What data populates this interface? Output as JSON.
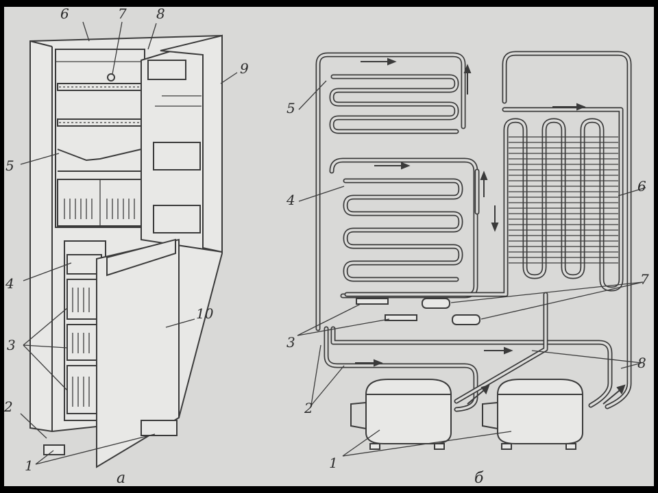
{
  "figure": {
    "subfigure_a_label": "а",
    "subfigure_b_label": "б",
    "labels_a": {
      "l1": "1",
      "l2": "2",
      "l3": "3",
      "l4": "4",
      "l5": "5",
      "l6": "6",
      "l7": "7",
      "l8": "8",
      "l9": "9",
      "l10": "10"
    },
    "labels_b": {
      "l1": "1",
      "l2": "2",
      "l3": "3",
      "l4": "4",
      "l5": "5",
      "l6": "6",
      "l7": "7",
      "l8": "8"
    }
  }
}
